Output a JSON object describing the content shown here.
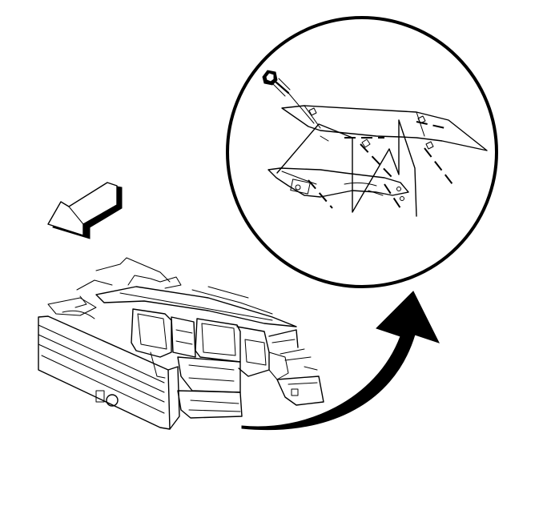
{
  "figure": {
    "type": "technical-line-illustration",
    "subject": "front-end-support-assembly-removal",
    "colors": {
      "ink": "#000000",
      "background": "#ffffff"
    },
    "icons": {
      "direction_arrow": "front-direction-arrow",
      "detail_arrow": "curved-callout-arrow",
      "fastener": "bolt-icon"
    }
  }
}
